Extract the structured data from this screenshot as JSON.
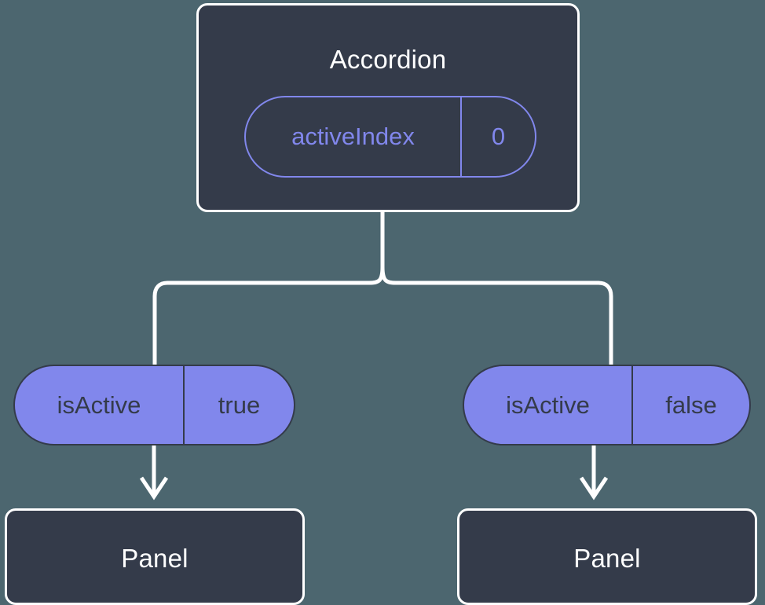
{
  "diagram": {
    "type": "component-state-tree",
    "title": "Accordion component state propagation",
    "background_color": "#4c666f",
    "node_fill_color": "#343b4a",
    "node_stroke_color": "#ffffff",
    "accent_color": "#8187ec",
    "connector_color": "#ffffff"
  },
  "root": {
    "name": "accordion-node",
    "label": "Accordion",
    "state": {
      "key": "activeIndex",
      "value": "0"
    }
  },
  "children": [
    {
      "name": "left-branch",
      "prop": {
        "key": "isActive",
        "value": "true"
      },
      "leaf": {
        "label": "Panel"
      }
    },
    {
      "name": "right-branch",
      "prop": {
        "key": "isActive",
        "value": "false"
      },
      "leaf": {
        "label": "Panel"
      }
    }
  ],
  "connectors": {
    "fork_label": "state-to-props fork",
    "arrow_label": "props-to-panel arrow"
  }
}
